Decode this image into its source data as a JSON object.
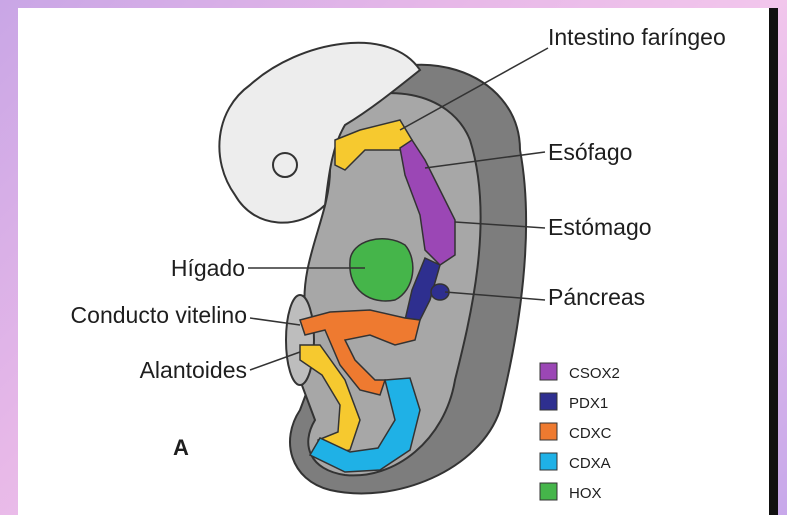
{
  "labels": {
    "intestino_faringeo": "Intestino faríngeo",
    "esofago": "Esófago",
    "estomago": "Estómago",
    "higado": "Hígado",
    "pancreas": "Páncreas",
    "conducto_vitelino": "Conducto vitelino",
    "alantoides": "Alantoides"
  },
  "panel_letter": "A",
  "legend": [
    {
      "name": "CSOX2",
      "color": "#9b47b5"
    },
    {
      "name": "PDX1",
      "color": "#2e2f8f"
    },
    {
      "name": "CDXC",
      "color": "#ee7a30"
    },
    {
      "name": "CDXA",
      "color": "#1fb1e6"
    },
    {
      "name": "HOX",
      "color": "#45b54a"
    }
  ],
  "colors": {
    "head": "#ededed",
    "embryo_body": "#a7a7a7",
    "embryo_rim": "#7d7d7d",
    "pharynx": "#f6c92f",
    "outline": "#333333"
  }
}
